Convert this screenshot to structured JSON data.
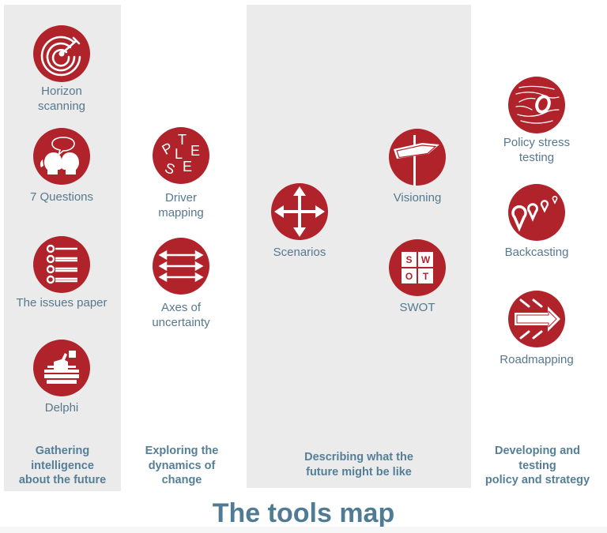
{
  "title": "The tools map",
  "colors": {
    "icon_fill": "#b0232b",
    "label_text": "#57788e",
    "category_text": "#557f97",
    "panel_bg": "#ebebeb",
    "title_text": "#4f7b94"
  },
  "categories": [
    {
      "label_lines": [
        "Gathering",
        "intelligence",
        "about the future"
      ]
    },
    {
      "label_lines": [
        "Exploring the",
        "dynamics of",
        "change"
      ]
    },
    {
      "label_lines": [
        "Describing what the",
        "future might be like"
      ]
    },
    {
      "label_lines": [
        "Developing and",
        "testing",
        "policy and strategy"
      ]
    }
  ],
  "tools": {
    "horizon_scanning": {
      "lines": [
        "Horizon",
        "scanning"
      ],
      "icon": "radar-icon"
    },
    "seven_questions": {
      "lines": [
        "7 Questions"
      ],
      "icon": "conversation-heads-icon"
    },
    "issues_paper": {
      "lines": [
        "The issues paper"
      ],
      "icon": "checklist-icon"
    },
    "delphi": {
      "lines": [
        "Delphi"
      ],
      "icon": "ballot-box-icon"
    },
    "driver_mapping": {
      "lines": [
        "Driver",
        "mapping"
      ],
      "icon": "steeple-letters-icon",
      "icon_letters": [
        "T",
        "P",
        "L",
        "E",
        "S",
        "E"
      ]
    },
    "axes_of_uncertainty": {
      "lines": [
        "Axes of",
        "uncertainty"
      ],
      "icon": "double-arrows-icon"
    },
    "scenarios": {
      "lines": [
        "Scenarios"
      ],
      "icon": "four-way-arrows-icon"
    },
    "visioning": {
      "lines": [
        "Visioning"
      ],
      "icon": "signpost-icon"
    },
    "swot": {
      "lines": [
        "SWOT"
      ],
      "icon": "swot-grid-icon",
      "icon_letters": [
        "S",
        "W",
        "O",
        "T"
      ]
    },
    "policy_stress_testing": {
      "lines": [
        "Policy stress",
        "testing"
      ],
      "icon": "wind-tunnel-icon"
    },
    "backcasting": {
      "lines": [
        "Backcasting"
      ],
      "icon": "map-pins-icon"
    },
    "roadmapping": {
      "lines": [
        "Roadmapping"
      ],
      "icon": "arrow-forward-icon"
    }
  }
}
